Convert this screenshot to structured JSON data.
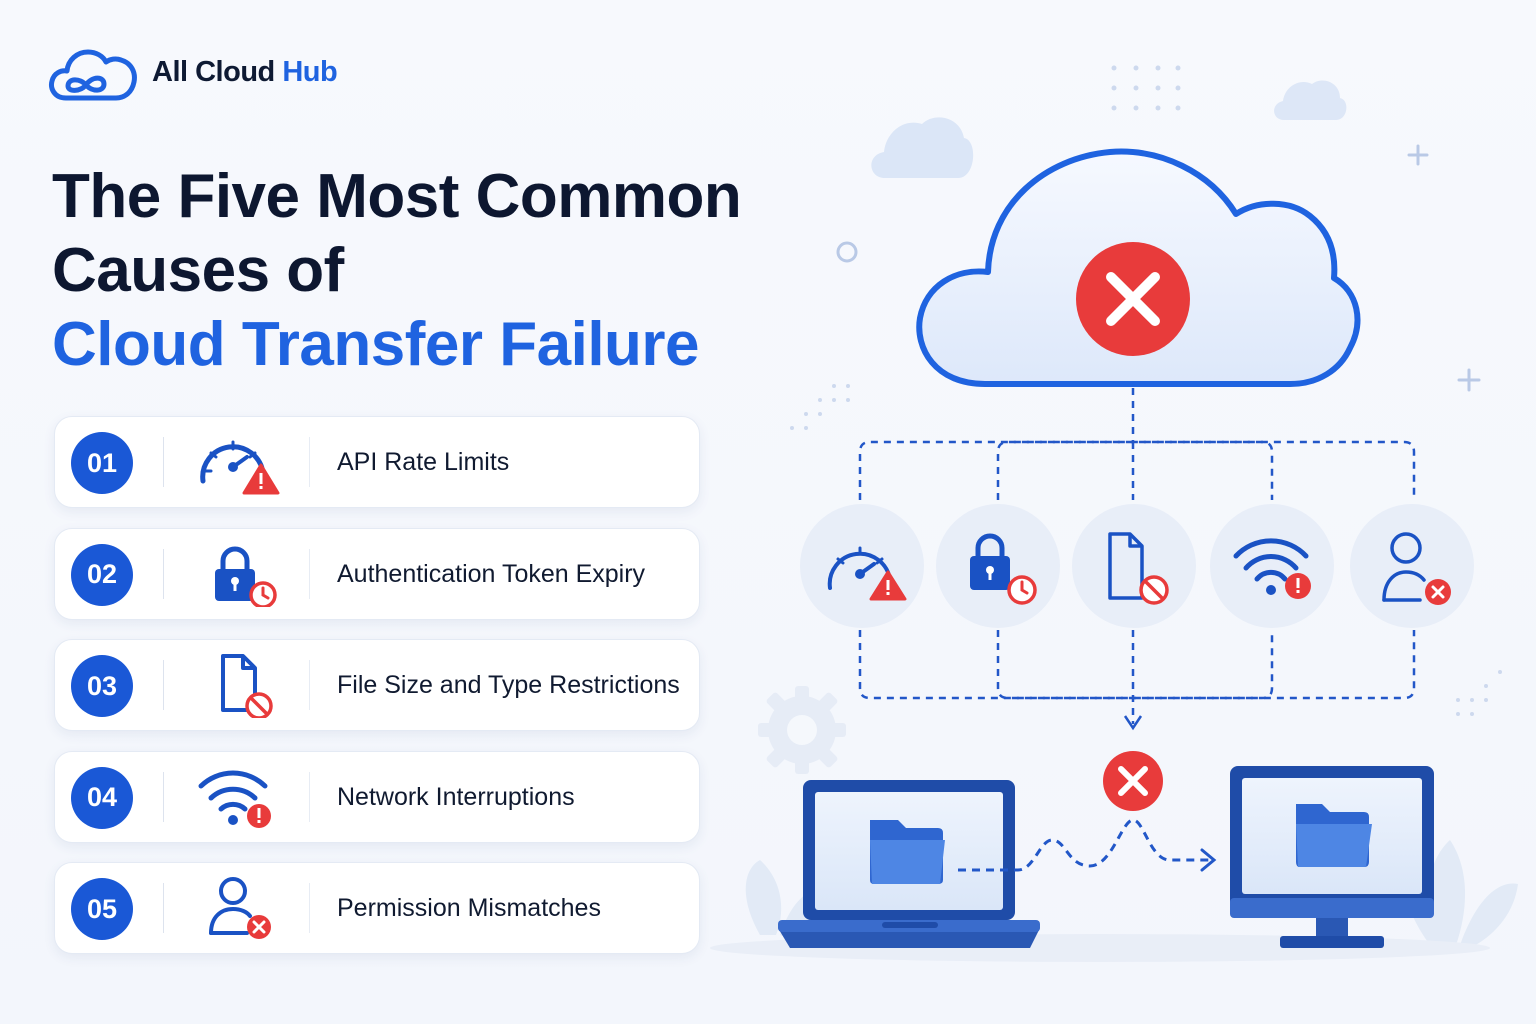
{
  "brand": {
    "name_prefix": "All Cloud ",
    "name_accent": "Hub",
    "logo_icon": "cloud-infinity-icon"
  },
  "headline": {
    "line1": "The Five Most Common",
    "line2": "Causes of",
    "line3": "Cloud Transfer Failure"
  },
  "causes": [
    {
      "number": "01",
      "label": "API Rate Limits",
      "icon": "speedometer-warning-icon"
    },
    {
      "number": "02",
      "label": "Authentication Token Expiry",
      "icon": "lock-clock-icon"
    },
    {
      "number": "03",
      "label": "File Size and Type Restrictions",
      "icon": "file-blocked-icon"
    },
    {
      "number": "04",
      "label": "Network Interruptions",
      "icon": "wifi-error-icon"
    },
    {
      "number": "05",
      "label": "Permission Mismatches",
      "icon": "user-denied-icon"
    }
  ],
  "colors": {
    "primary": "#1f63e0",
    "dark": "#0d1730",
    "error": "#e83b3b",
    "light_blue": "#dce7f8"
  }
}
